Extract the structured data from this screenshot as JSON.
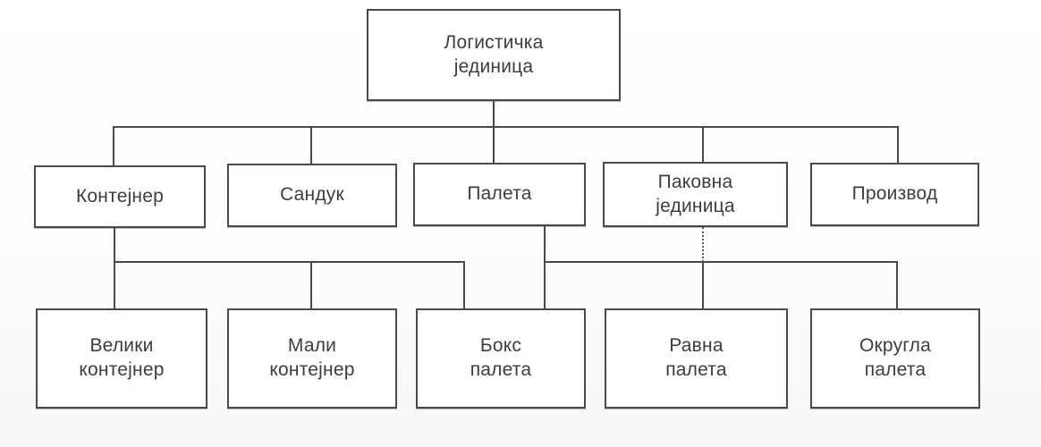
{
  "diagram": {
    "title": "Логистичка јединица",
    "language": "sr-Cyrl",
    "background_color": "#fdfdfc",
    "line_color": "#4a4a4d",
    "text_color": "#3d3d40",
    "levels": [
      {
        "level": 1,
        "nodes": [
          {
            "id": "logisticka-jedinica",
            "label": "Логистичка\nјединица"
          }
        ]
      },
      {
        "level": 2,
        "nodes": [
          {
            "id": "kontejner",
            "label": "Контејнер"
          },
          {
            "id": "sanduk",
            "label": "Сандук"
          },
          {
            "id": "paleta",
            "label": "Палета"
          },
          {
            "id": "pakovna-jedinica",
            "label": "Паковна\nјединица"
          },
          {
            "id": "proizvod",
            "label": "Производ"
          }
        ]
      },
      {
        "level": 3,
        "nodes": [
          {
            "id": "veliki-kontejner",
            "label": "Велики\nконтејнер"
          },
          {
            "id": "mali-kontejner",
            "label": "Мали\nконтејнер"
          },
          {
            "id": "boks-paleta",
            "label": "Бокс\nпалета"
          },
          {
            "id": "ravna-paleta",
            "label": "Равна\nпалета"
          },
          {
            "id": "okrugla-paleta",
            "label": "Округла\nпалета"
          }
        ]
      }
    ],
    "edges": [
      {
        "from": "logisticka-jedinica",
        "to": "kontejner",
        "style": "solid"
      },
      {
        "from": "logisticka-jedinica",
        "to": "sanduk",
        "style": "solid"
      },
      {
        "from": "logisticka-jedinica",
        "to": "paleta",
        "style": "solid"
      },
      {
        "from": "logisticka-jedinica",
        "to": "pakovna-jedinica",
        "style": "solid"
      },
      {
        "from": "logisticka-jedinica",
        "to": "proizvod",
        "style": "solid"
      },
      {
        "from": "kontejner",
        "to": "veliki-kontejner",
        "style": "solid"
      },
      {
        "from": "kontejner",
        "to": "mali-kontejner",
        "style": "solid"
      },
      {
        "from": "kontejner",
        "to": "boks-paleta",
        "style": "solid"
      },
      {
        "from": "paleta",
        "to": "boks-paleta",
        "style": "solid"
      },
      {
        "from": "paleta",
        "to": "ravna-paleta",
        "style": "solid"
      },
      {
        "from": "paleta",
        "to": "okrugla-paleta",
        "style": "solid"
      },
      {
        "from": "pakovna-jedinica",
        "to": "ravna-paleta",
        "style": "dotted"
      }
    ]
  }
}
